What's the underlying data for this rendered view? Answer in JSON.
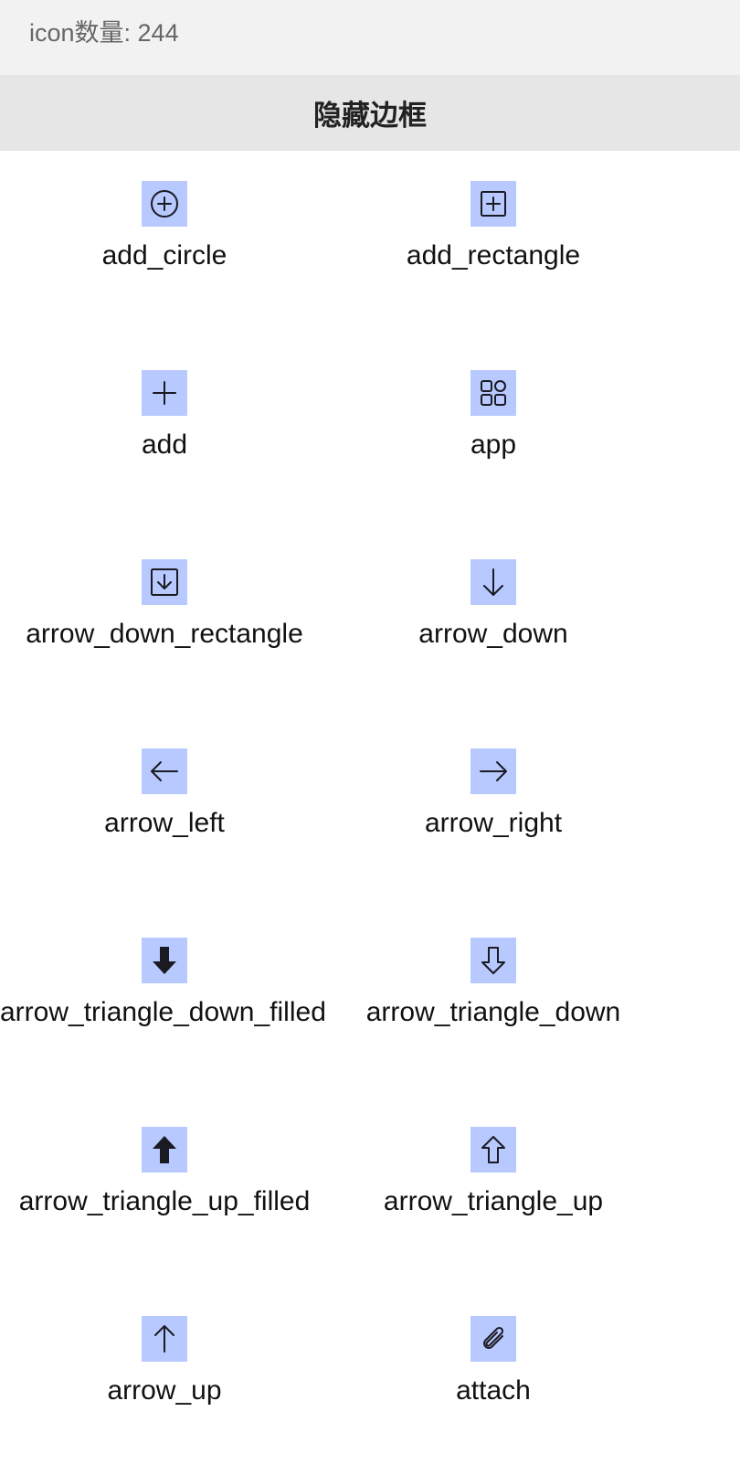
{
  "header": {
    "icon_count": "icon数量: 244"
  },
  "toggle_border_label": "隐藏边框",
  "colors": {
    "icon_bg": "#b8c9ff",
    "icon_stroke": "#1a1a22"
  },
  "icons": [
    {
      "label": "add_circle",
      "icon": "add-circle-icon"
    },
    {
      "label": "add_rectangle",
      "icon": "add-rectangle-icon"
    },
    {
      "label": "add",
      "icon": "add-icon"
    },
    {
      "label": "app",
      "icon": "app-icon"
    },
    {
      "label": "arrow_down_rectangle",
      "icon": "arrow-down-rectangle-icon"
    },
    {
      "label": "arrow_down",
      "icon": "arrow-down-icon"
    },
    {
      "label": "arrow_left",
      "icon": "arrow-left-icon"
    },
    {
      "label": "arrow_right",
      "icon": "arrow-right-icon"
    },
    {
      "label": "arrow_triangle_down_filled",
      "icon": "arrow-triangle-down-filled-icon"
    },
    {
      "label": "arrow_triangle_down",
      "icon": "arrow-triangle-down-icon"
    },
    {
      "label": "arrow_triangle_up_filled",
      "icon": "arrow-triangle-up-filled-icon"
    },
    {
      "label": "arrow_triangle_up",
      "icon": "arrow-triangle-up-icon"
    },
    {
      "label": "arrow_up",
      "icon": "arrow-up-icon"
    },
    {
      "label": "attach",
      "icon": "attach-icon"
    }
  ]
}
